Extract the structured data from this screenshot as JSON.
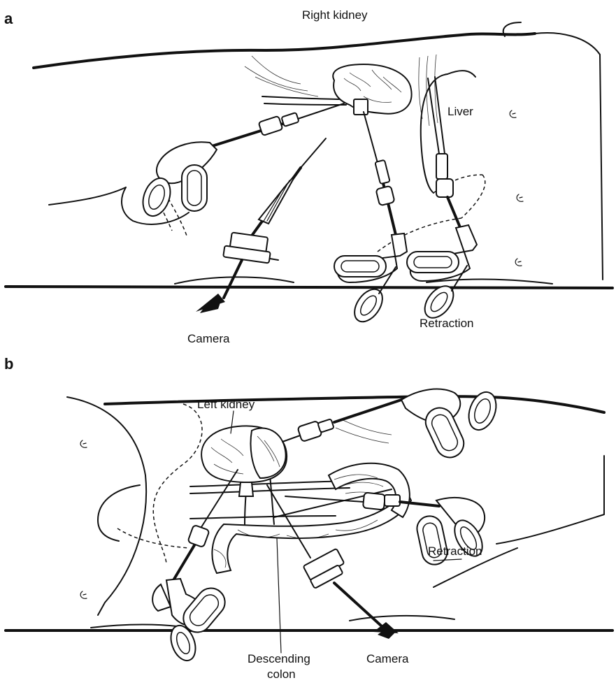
{
  "panels": [
    {
      "letter": "a",
      "labels": {
        "right_kidney": "Right kidney",
        "liver": "Liver",
        "camera": "Camera",
        "retraction": "Retraction"
      }
    },
    {
      "letter": "b",
      "labels": {
        "left_kidney": "Left kidney",
        "retraction": "Retraction",
        "descending_colon_line1": "Descending",
        "descending_colon_line2": "colon",
        "camera": "Camera"
      }
    }
  ]
}
